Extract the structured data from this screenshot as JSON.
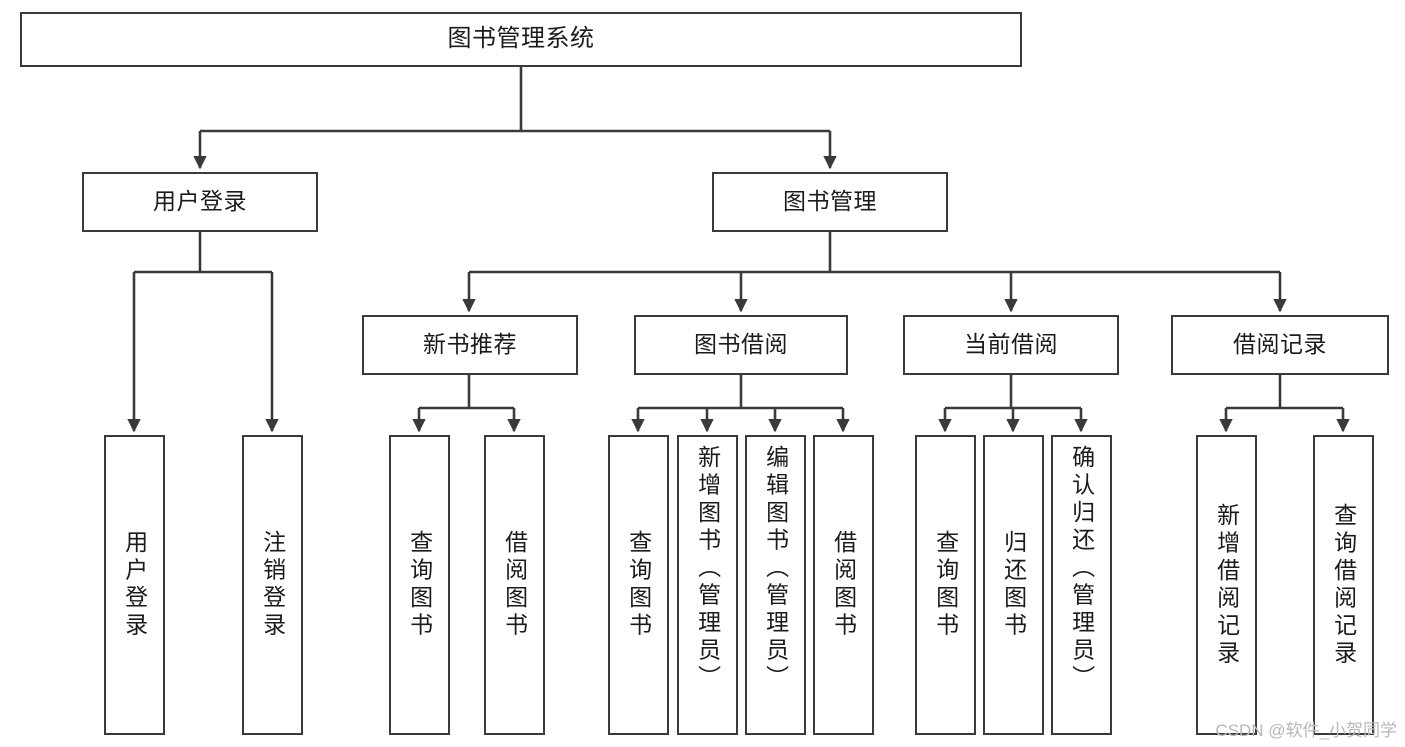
{
  "diagram": {
    "title": "图书管理系统",
    "type": "tree-hierarchy",
    "watermark": "CSDN @软件_小贺同学",
    "colors": {
      "stroke": "#3a3a3a",
      "fill": "#ffffff",
      "text": "#1b1b1b",
      "watermark": "#b8b8b8"
    },
    "nodes": {
      "root": {
        "label": "图书管理系统"
      },
      "level2": [
        {
          "id": "user-login",
          "label": "用户登录"
        },
        {
          "id": "book-management",
          "label": "图书管理"
        }
      ],
      "level3": [
        {
          "id": "new-book-recommend",
          "label": "新书推荐"
        },
        {
          "id": "book-borrow",
          "label": "图书借阅"
        },
        {
          "id": "current-borrow",
          "label": "当前借阅"
        },
        {
          "id": "borrow-record",
          "label": "借阅记录"
        }
      ],
      "leaves": {
        "user-login": [
          {
            "id": "leaf-user-login",
            "label": "用户登录"
          },
          {
            "id": "leaf-logout-login",
            "label": "注销登录"
          }
        ],
        "new-book-recommend": [
          {
            "id": "leaf-query-book-1",
            "label": "查询图书"
          },
          {
            "id": "leaf-borrow-book-1",
            "label": "借阅图书"
          }
        ],
        "book-borrow": [
          {
            "id": "leaf-query-book-2",
            "label": "查询图书"
          },
          {
            "id": "leaf-add-book",
            "label": "新增图书（管理员）"
          },
          {
            "id": "leaf-edit-book",
            "label": "编辑图书（管理员）"
          },
          {
            "id": "leaf-borrow-book-2",
            "label": "借阅图书"
          }
        ],
        "current-borrow": [
          {
            "id": "leaf-query-book-3",
            "label": "查询图书"
          },
          {
            "id": "leaf-return-book",
            "label": "归还图书"
          },
          {
            "id": "leaf-confirm-return",
            "label": "确认归还（管理员）"
          }
        ],
        "borrow-record": [
          {
            "id": "leaf-add-record",
            "label": "新增借阅记录"
          },
          {
            "id": "leaf-query-record",
            "label": "查询借阅记录"
          }
        ]
      }
    }
  }
}
